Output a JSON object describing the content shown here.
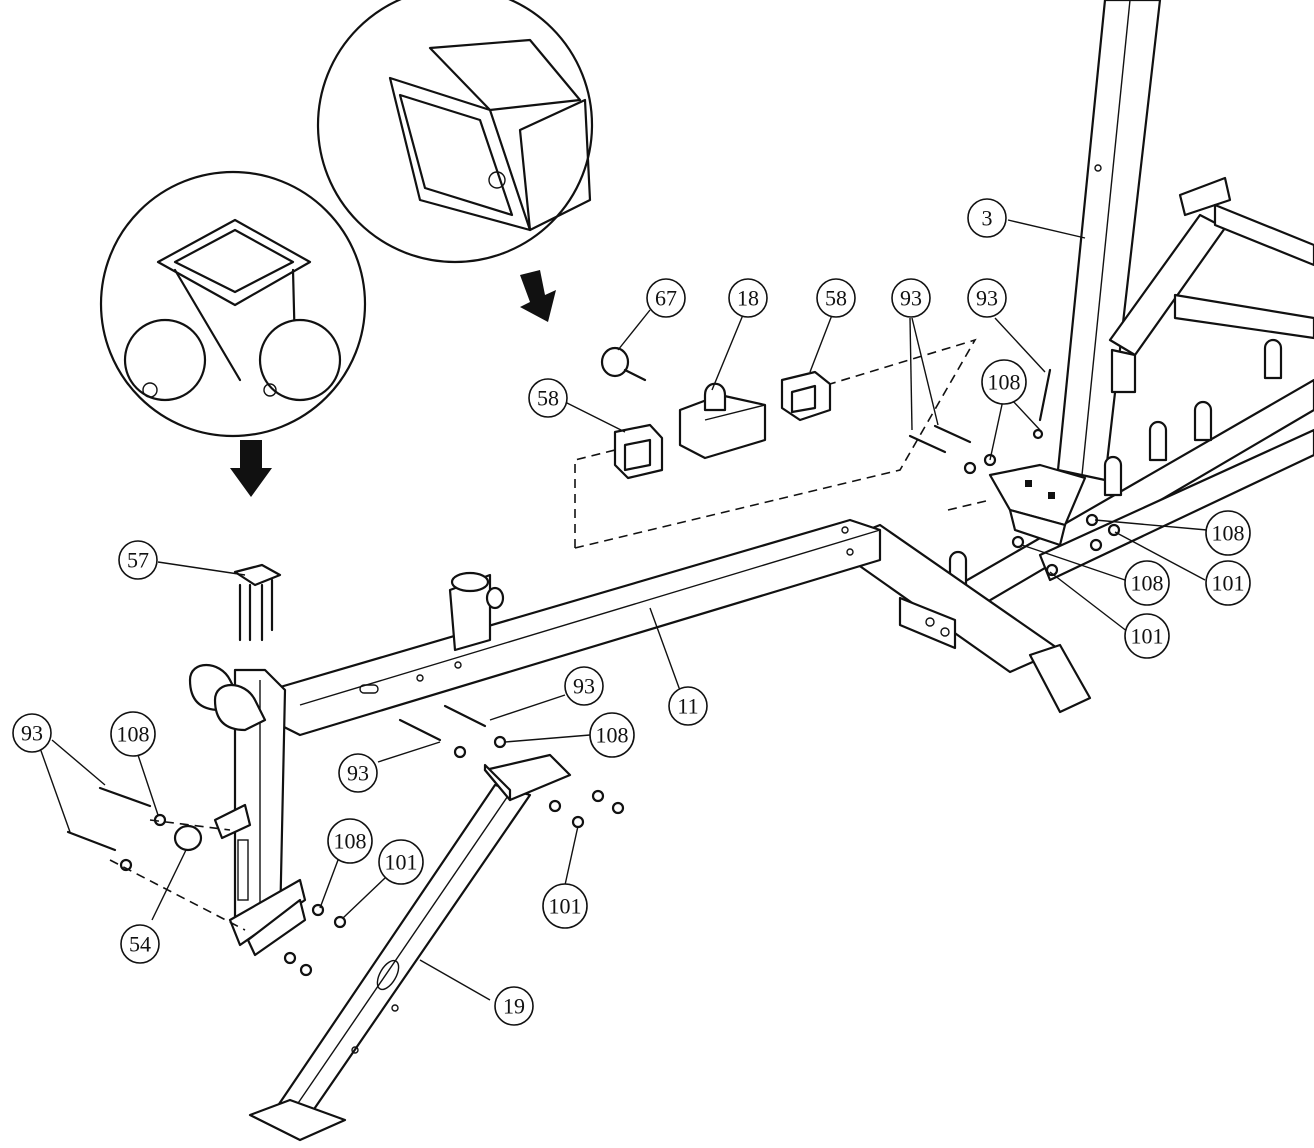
{
  "callouts": [
    {
      "id": "c-3",
      "label": "3"
    },
    {
      "id": "c-67",
      "label": "67"
    },
    {
      "id": "c-18",
      "label": "18"
    },
    {
      "id": "c-58a",
      "label": "58"
    },
    {
      "id": "c-58b",
      "label": "58"
    },
    {
      "id": "c-93a",
      "label": "93"
    },
    {
      "id": "c-93b",
      "label": "93"
    },
    {
      "id": "c-108a",
      "label": "108"
    },
    {
      "id": "c-108b",
      "label": "108"
    },
    {
      "id": "c-108c",
      "label": "108"
    },
    {
      "id": "c-101a",
      "label": "101"
    },
    {
      "id": "c-101b",
      "label": "101"
    },
    {
      "id": "c-57",
      "label": "57"
    },
    {
      "id": "c-11",
      "label": "11"
    },
    {
      "id": "c-93c",
      "label": "93"
    },
    {
      "id": "c-108d",
      "label": "108"
    },
    {
      "id": "c-93d",
      "label": "93"
    },
    {
      "id": "c-93e",
      "label": "93"
    },
    {
      "id": "c-108e",
      "label": "108"
    },
    {
      "id": "c-108f",
      "label": "108"
    },
    {
      "id": "c-101c",
      "label": "101"
    },
    {
      "id": "c-101d",
      "label": "101"
    },
    {
      "id": "c-54",
      "label": "54"
    },
    {
      "id": "c-19",
      "label": "19"
    }
  ]
}
